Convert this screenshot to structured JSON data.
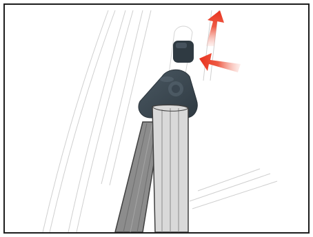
{
  "illustration": {
    "subject": "seat-belt-anchor-adjustment",
    "icons": [
      "seat-belt-webbing",
      "height-adjuster-button",
      "belt-guide-anchor",
      "push-arrow",
      "slide-up-arrow"
    ],
    "colors": {
      "frame": "#1c1c1c",
      "pillar_lines": "#cfcfcf",
      "anchor": "#3a4650",
      "anchor_highlight": "#5a6872",
      "webbing_light": "#d9d9d9",
      "webbing_dark": "#8c8c8c",
      "webbing_edge": "#3f3f3f",
      "arrow": "#e8321e",
      "arrow_fade": "#f7b4a8"
    }
  }
}
